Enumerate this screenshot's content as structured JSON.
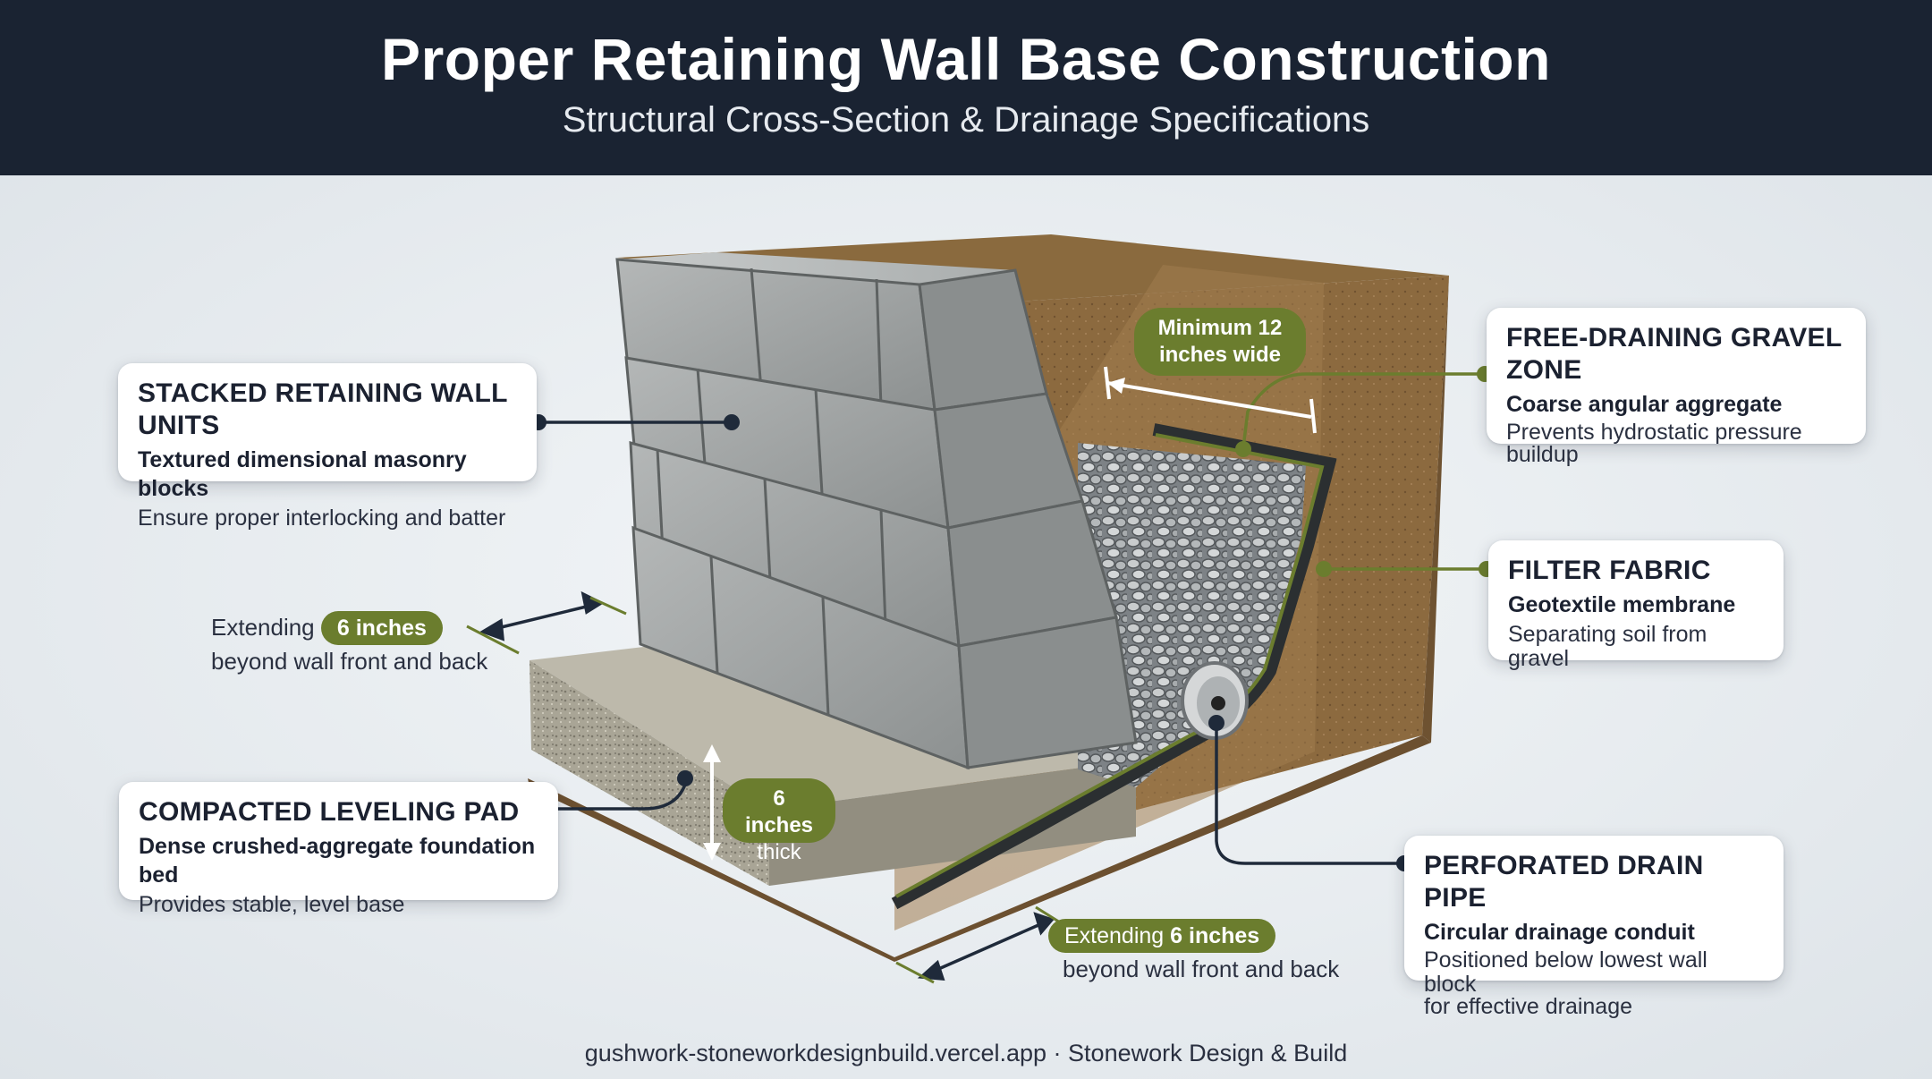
{
  "header": {
    "title": "Proper Retaining Wall Base Construction",
    "subtitle": "Structural Cross-Section & Drainage Specifications"
  },
  "callouts": {
    "wall_units": {
      "title": "STACKED RETAINING WALL UNITS",
      "subtitle": "Textured dimensional masonry blocks",
      "desc": "Ensure proper interlocking and batter"
    },
    "leveling_pad": {
      "title": "COMPACTED LEVELING PAD",
      "subtitle": "Dense crushed-aggregate foundation bed",
      "desc": "Provides stable, level base"
    },
    "gravel_zone": {
      "title": "FREE-DRAINING GRAVEL ZONE",
      "subtitle": "Coarse angular aggregate",
      "desc_line1": "Prevents hydrostatic pressure",
      "desc_line2": "buildup"
    },
    "filter_fabric": {
      "title": "FILTER FABRIC",
      "subtitle": "Geotextile membrane",
      "desc": "Separating soil from gravel"
    },
    "drain_pipe": {
      "title": "PERFORATED DRAIN PIPE",
      "subtitle": "Circular drainage conduit",
      "desc_line1": "Positioned below lowest wall block",
      "desc_line2": "for effective drainage"
    }
  },
  "dimensions": {
    "min_width_line1": "Minimum 12",
    "min_width_line2": "inches wide",
    "pad_thickness_line1": "6 inches",
    "pad_thickness_line2": "thick",
    "extend_left_prefix": "Extending",
    "extend_left_pill": "6 inches",
    "extend_left_suffix": "beyond wall front and back",
    "extend_bottom_prefix": "Extending",
    "extend_bottom_pill": "6 inches",
    "extend_bottom_suffix": "beyond wall front and back"
  },
  "footer": "gushwork-stoneworkdesignbuild.vercel.app · Stonework Design & Build",
  "colors": {
    "header_bg": "#1a2332",
    "accent_olive": "#6b7d2e",
    "soil": "#8a6a3e",
    "block": "#9ea2a3"
  }
}
